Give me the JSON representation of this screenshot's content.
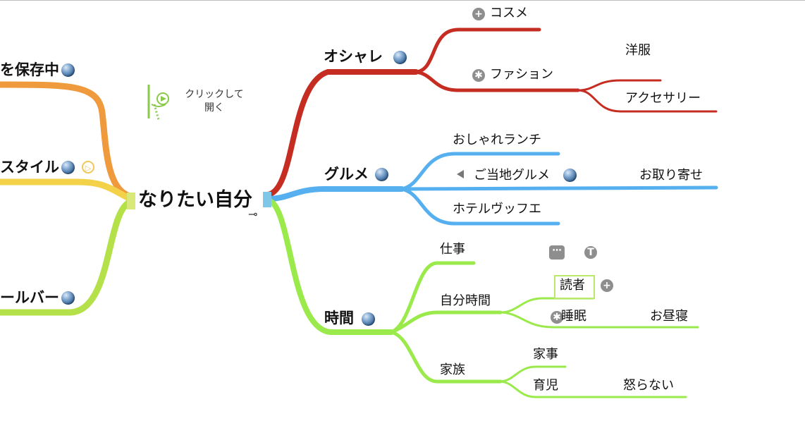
{
  "mindmap": {
    "center": "なりたい自分",
    "left_branches": [
      {
        "label": "を保存中",
        "color": "#ef9a3c"
      },
      {
        "label": "スタイル",
        "color": "#f3d24a"
      },
      {
        "label": "ールバー",
        "color": "#b4e14a"
      }
    ],
    "hint": {
      "line1": "クリックして",
      "line2": "開く"
    },
    "right_branches": [
      {
        "label": "オシャレ",
        "color": "#c62d22",
        "children": [
          "コスメ",
          "ファション"
        ],
        "grandchildren": [
          "洋服",
          "アクセサリー"
        ]
      },
      {
        "label": "グルメ",
        "color": "#56b0f0",
        "children": [
          "おしゃれランチ",
          "ご当地グルメ",
          "ホテルヴッフエ"
        ],
        "grandchildren": [
          "お取り寄せ"
        ]
      },
      {
        "label": "時間",
        "color": "#9aea4b",
        "children": [
          "仕事",
          "自分時間",
          "家族"
        ],
        "grandchildren": [
          "読者",
          "睡眠",
          "お昼寝",
          "家事",
          "育児",
          "怒らない"
        ]
      }
    ]
  },
  "icons": {
    "globe": "globe-icon",
    "plus": "plus-circle-icon",
    "asterisk": "asterisk-circle-icon",
    "more": "more-icon",
    "text": "text-icon",
    "play": "play-icon",
    "collapse": "collapse-icon"
  },
  "icon_glyphs": {
    "plus": "+",
    "asterisk": "✱",
    "more": "⋯",
    "text": "T",
    "play": "▷",
    "collapse": "⊸"
  }
}
